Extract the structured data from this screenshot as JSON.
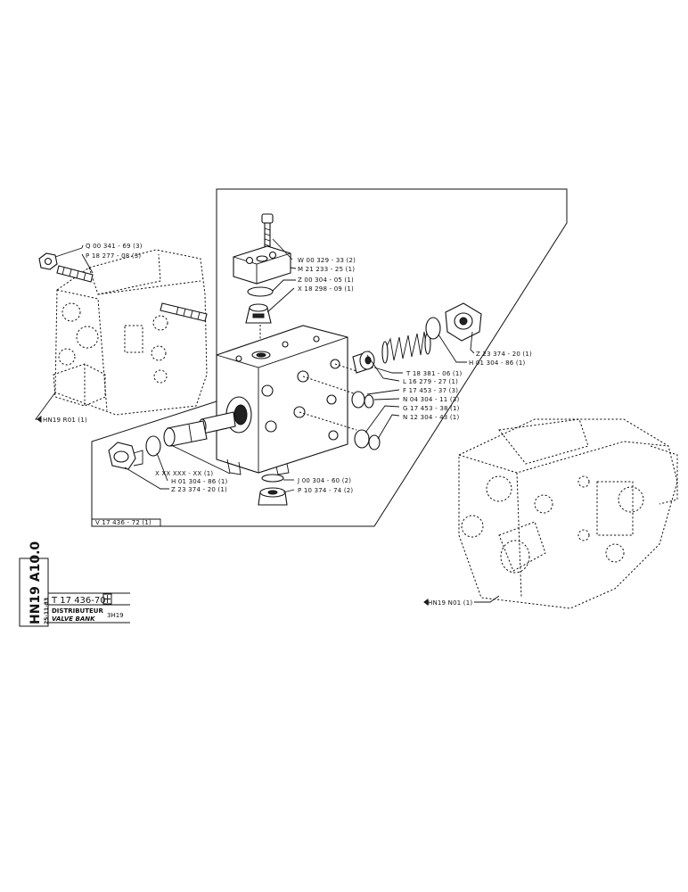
{
  "callouts": {
    "q00341": "Q 00 341 - 69 (3)",
    "p18277": "P 18 277 - 08 (3)",
    "w00329": "W 00 329 - 33 (2)",
    "m21233": "M 21 233 - 25 (1)",
    "z00304": "Z 00 304 - 05 (1)",
    "x18298": "X 18 298 - 09 (1)",
    "z23374_r": "Z 23 374 - 20 (1)",
    "h01304_r": "H 01 304 - 86 (1)",
    "t18381": "T 18 381 - 06 (1)",
    "l16279": "L 16 279 - 27 (1)",
    "f17453": "F 17 453 - 37 (3)",
    "n04304": "N 04 304 - 11 (3)",
    "g17453": "G 17 453 - 38 (1)",
    "n12304": "N 12 304 - 43 (1)",
    "xxx": "X XX XXX - XX (1)",
    "h01304_l": "H 01 304 - 86 (1)",
    "z23374_l": "Z 23 374 - 20 (1)",
    "j00304": "J 00 304 - 60 (2)",
    "p10374": "P 10 374 - 74 (2)",
    "hn19r01": "HN19 R01 (1)",
    "hn19n01": "HN19 N01 (1)",
    "v17436": "V 17 436 - 72 (1)"
  },
  "title_block": {
    "sheet_code": "HN19 A10.0",
    "date": "25-11-83",
    "part_number": "T 17 436-70",
    "name_fr": "DISTRIBUTEUR",
    "name_en": "VALVE BANK",
    "model": "3H19"
  }
}
